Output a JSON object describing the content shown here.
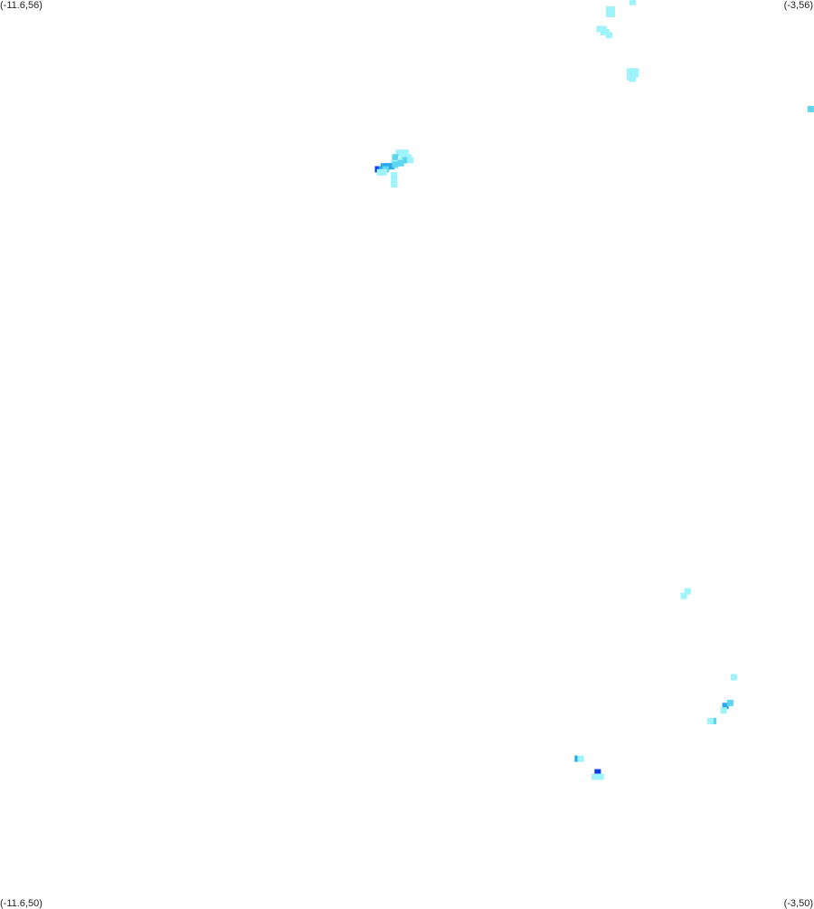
{
  "map": {
    "corners": {
      "top_left": "(-11.6,56)",
      "top_right": "(-3,56)",
      "bottom_left": "(-11.6,50)",
      "bottom_right": "(-3,50)"
    },
    "bounds": {
      "lon_min": -11.6,
      "lon_max": -3,
      "lat_min": 50,
      "lat_max": 56
    },
    "colors": {
      "background": "#ffffff",
      "level_1": "#9ff3fb",
      "level_2": "#5fd6ef",
      "level_3": "#2aa8ec",
      "level_4": "#0b3ee8"
    },
    "cell_size_deg": [
      0.058,
      0.036
    ],
    "cells": [
      [
        -5.17,
        55.94,
        1
      ],
      [
        -5.14,
        55.94,
        1
      ],
      [
        -5.17,
        55.91,
        1
      ],
      [
        -5.14,
        55.91,
        1
      ],
      [
        -4.92,
        55.99,
        1
      ],
      [
        -5.27,
        55.81,
        1
      ],
      [
        -5.23,
        55.81,
        1
      ],
      [
        -5.23,
        55.79,
        1
      ],
      [
        -5.2,
        55.79,
        1
      ],
      [
        -5.17,
        55.77,
        1
      ],
      [
        -4.95,
        55.53,
        1
      ],
      [
        -4.92,
        55.53,
        1
      ],
      [
        -4.89,
        55.53,
        1
      ],
      [
        -4.95,
        55.51,
        1
      ],
      [
        -4.92,
        55.51,
        1
      ],
      [
        -4.89,
        55.51,
        1
      ],
      [
        -4.92,
        55.48,
        1
      ],
      [
        -4.95,
        55.49,
        1
      ],
      [
        -3.04,
        55.28,
        2
      ],
      [
        -7.39,
        54.99,
        1
      ],
      [
        -7.35,
        54.99,
        1
      ],
      [
        -7.32,
        54.99,
        1
      ],
      [
        -7.43,
        54.96,
        2
      ],
      [
        -7.35,
        54.96,
        1
      ],
      [
        -7.29,
        54.96,
        1
      ],
      [
        -7.32,
        54.94,
        2
      ],
      [
        -7.27,
        54.94,
        1
      ],
      [
        -7.44,
        54.92,
        1
      ],
      [
        -7.41,
        54.92,
        1
      ],
      [
        -7.37,
        54.92,
        2
      ],
      [
        -7.55,
        54.9,
        3
      ],
      [
        -7.51,
        54.9,
        3
      ],
      [
        -7.47,
        54.9,
        3
      ],
      [
        -7.43,
        54.91,
        2
      ],
      [
        -7.61,
        54.88,
        4
      ],
      [
        -7.57,
        54.88,
        3
      ],
      [
        -7.53,
        54.88,
        2
      ],
      [
        -7.59,
        54.86,
        1
      ],
      [
        -7.55,
        54.86,
        1
      ],
      [
        -7.44,
        54.84,
        1
      ],
      [
        -7.44,
        54.81,
        1
      ],
      [
        -7.44,
        54.78,
        1
      ],
      [
        -4.38,
        52.05,
        1
      ],
      [
        -4.34,
        52.08,
        1
      ],
      [
        -3.85,
        51.51,
        1
      ],
      [
        -3.94,
        51.32,
        3
      ],
      [
        -3.89,
        51.34,
        2
      ],
      [
        -3.96,
        51.29,
        1
      ],
      [
        -4.07,
        51.22,
        2
      ],
      [
        -4.1,
        51.22,
        1
      ],
      [
        -5.5,
        50.97,
        3
      ],
      [
        -5.47,
        50.97,
        1
      ],
      [
        -5.29,
        50.88,
        4
      ],
      [
        -5.32,
        50.85,
        1
      ],
      [
        -5.26,
        50.85,
        1
      ]
    ]
  }
}
